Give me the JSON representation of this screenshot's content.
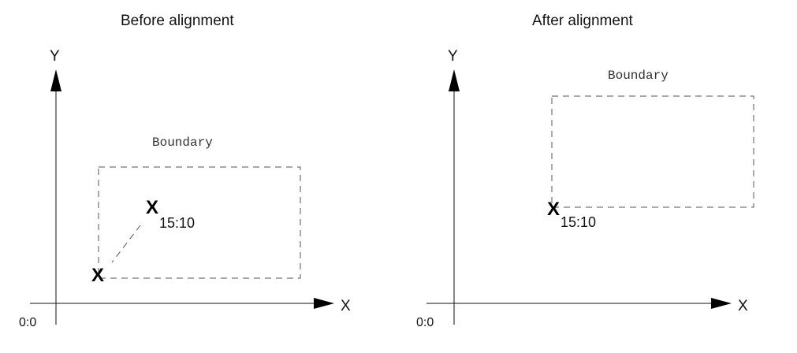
{
  "before": {
    "title": "Before alignment",
    "y_axis_label": "Y",
    "x_axis_label": "X",
    "origin_label": "0:0",
    "boundary_label": "Boundary",
    "marker_origin": "X",
    "marker_target": "X",
    "target_coord": "15:10"
  },
  "after": {
    "title": "After alignment",
    "y_axis_label": "Y",
    "x_axis_label": "X",
    "origin_label": "0:0",
    "boundary_label": "Boundary",
    "marker": "X",
    "coord": "15:10"
  }
}
